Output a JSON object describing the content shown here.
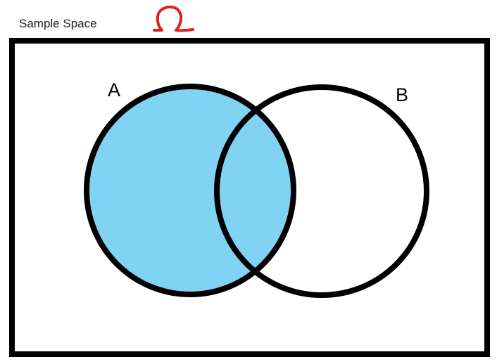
{
  "caption": "Sample Space",
  "omega_symbol": "Ω",
  "sets": [
    {
      "label": "A",
      "shaded": true
    },
    {
      "label": "B",
      "shaded": false
    }
  ],
  "colors": {
    "shade": "#81d3f4",
    "outline": "#000000",
    "omega": "#e02020",
    "background": "#ffffff"
  }
}
